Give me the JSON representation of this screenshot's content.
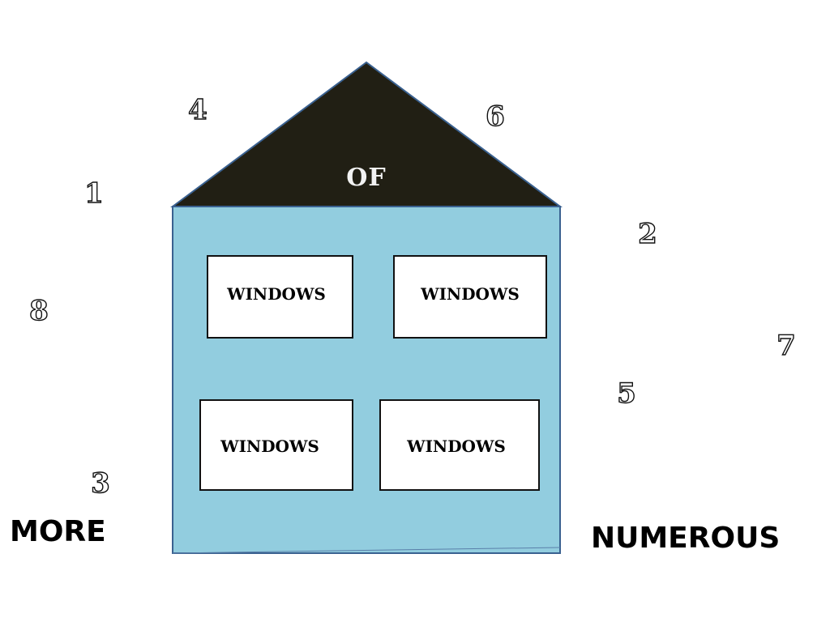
{
  "roof": {
    "label": "OF",
    "color": "#211f14"
  },
  "house": {
    "wall_color": "#92cddf",
    "outline_color": "#3a6190"
  },
  "windows": [
    {
      "label": "WINDOWS"
    },
    {
      "label": "WINDOWS"
    },
    {
      "label": "WINDOWS"
    },
    {
      "label": "WINDOWS"
    }
  ],
  "numbers": [
    "4",
    "6",
    "1",
    "2",
    "8",
    "7",
    "5",
    "3"
  ],
  "words": {
    "left": "MORE",
    "right": "NUMEROUS"
  }
}
